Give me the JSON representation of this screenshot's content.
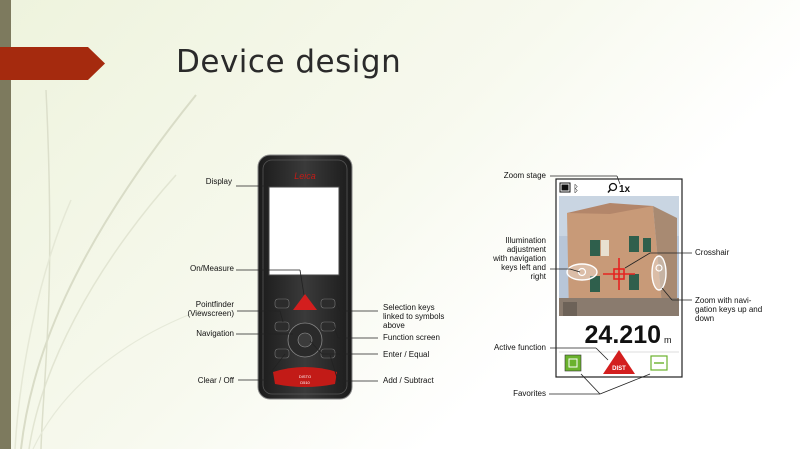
{
  "slide": {
    "title": "Device design",
    "accent_color": "#a52a0e",
    "sidebar_color": "#7d7a5e"
  },
  "device_labels": {
    "display": "Display",
    "on_measure": "On/Measure",
    "pointfinder": "Pointfinder\n(Viewscreen)",
    "navigation": "Navigation",
    "clear_off": "Clear / Off",
    "selection_keys": "Selection keys\nlinked to symbols\nabove",
    "function_screen": "Function screen",
    "enter_equal": "Enter / Equal",
    "add_subtract": "Add / Subtract"
  },
  "device": {
    "brand": "Leica",
    "disto_label": "DISTO",
    "disto_model": "D510"
  },
  "screen_labels": {
    "zoom_stage": "Zoom stage",
    "illumination": "Illumination\nadjustment\nwith navigation\nkeys left and\nright",
    "crosshair": "Crosshair",
    "zoom_with_nav": "Zoom with navi-\ngation keys up and\ndown",
    "active_function": "Active function",
    "favorites": "Favorites"
  },
  "screen": {
    "zoom_value": "1x",
    "measurement": "24.210",
    "unit": "m",
    "function_label": "DIST"
  }
}
